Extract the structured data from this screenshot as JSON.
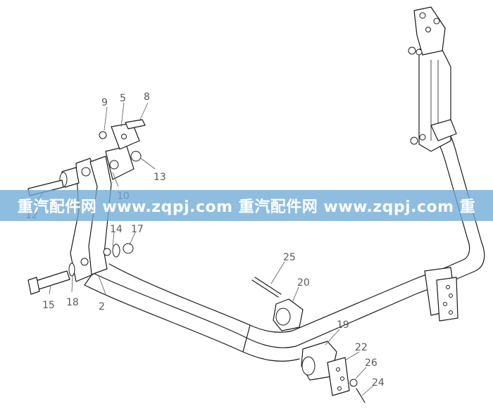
{
  "watermark": "重汽配件网  www.zqpj.com  重汽配件网  www.zqpj.com  重",
  "callouts": {
    "c9": "9",
    "c5": "5",
    "c8": "8",
    "c13": "13",
    "c10": "10",
    "c12": "12",
    "c14": "14",
    "c17": "17",
    "c15": "15",
    "c18": "18",
    "c2": "2",
    "c25": "25",
    "c20": "20",
    "c19": "19",
    "c22": "22",
    "c26": "26",
    "c24": "24"
  }
}
